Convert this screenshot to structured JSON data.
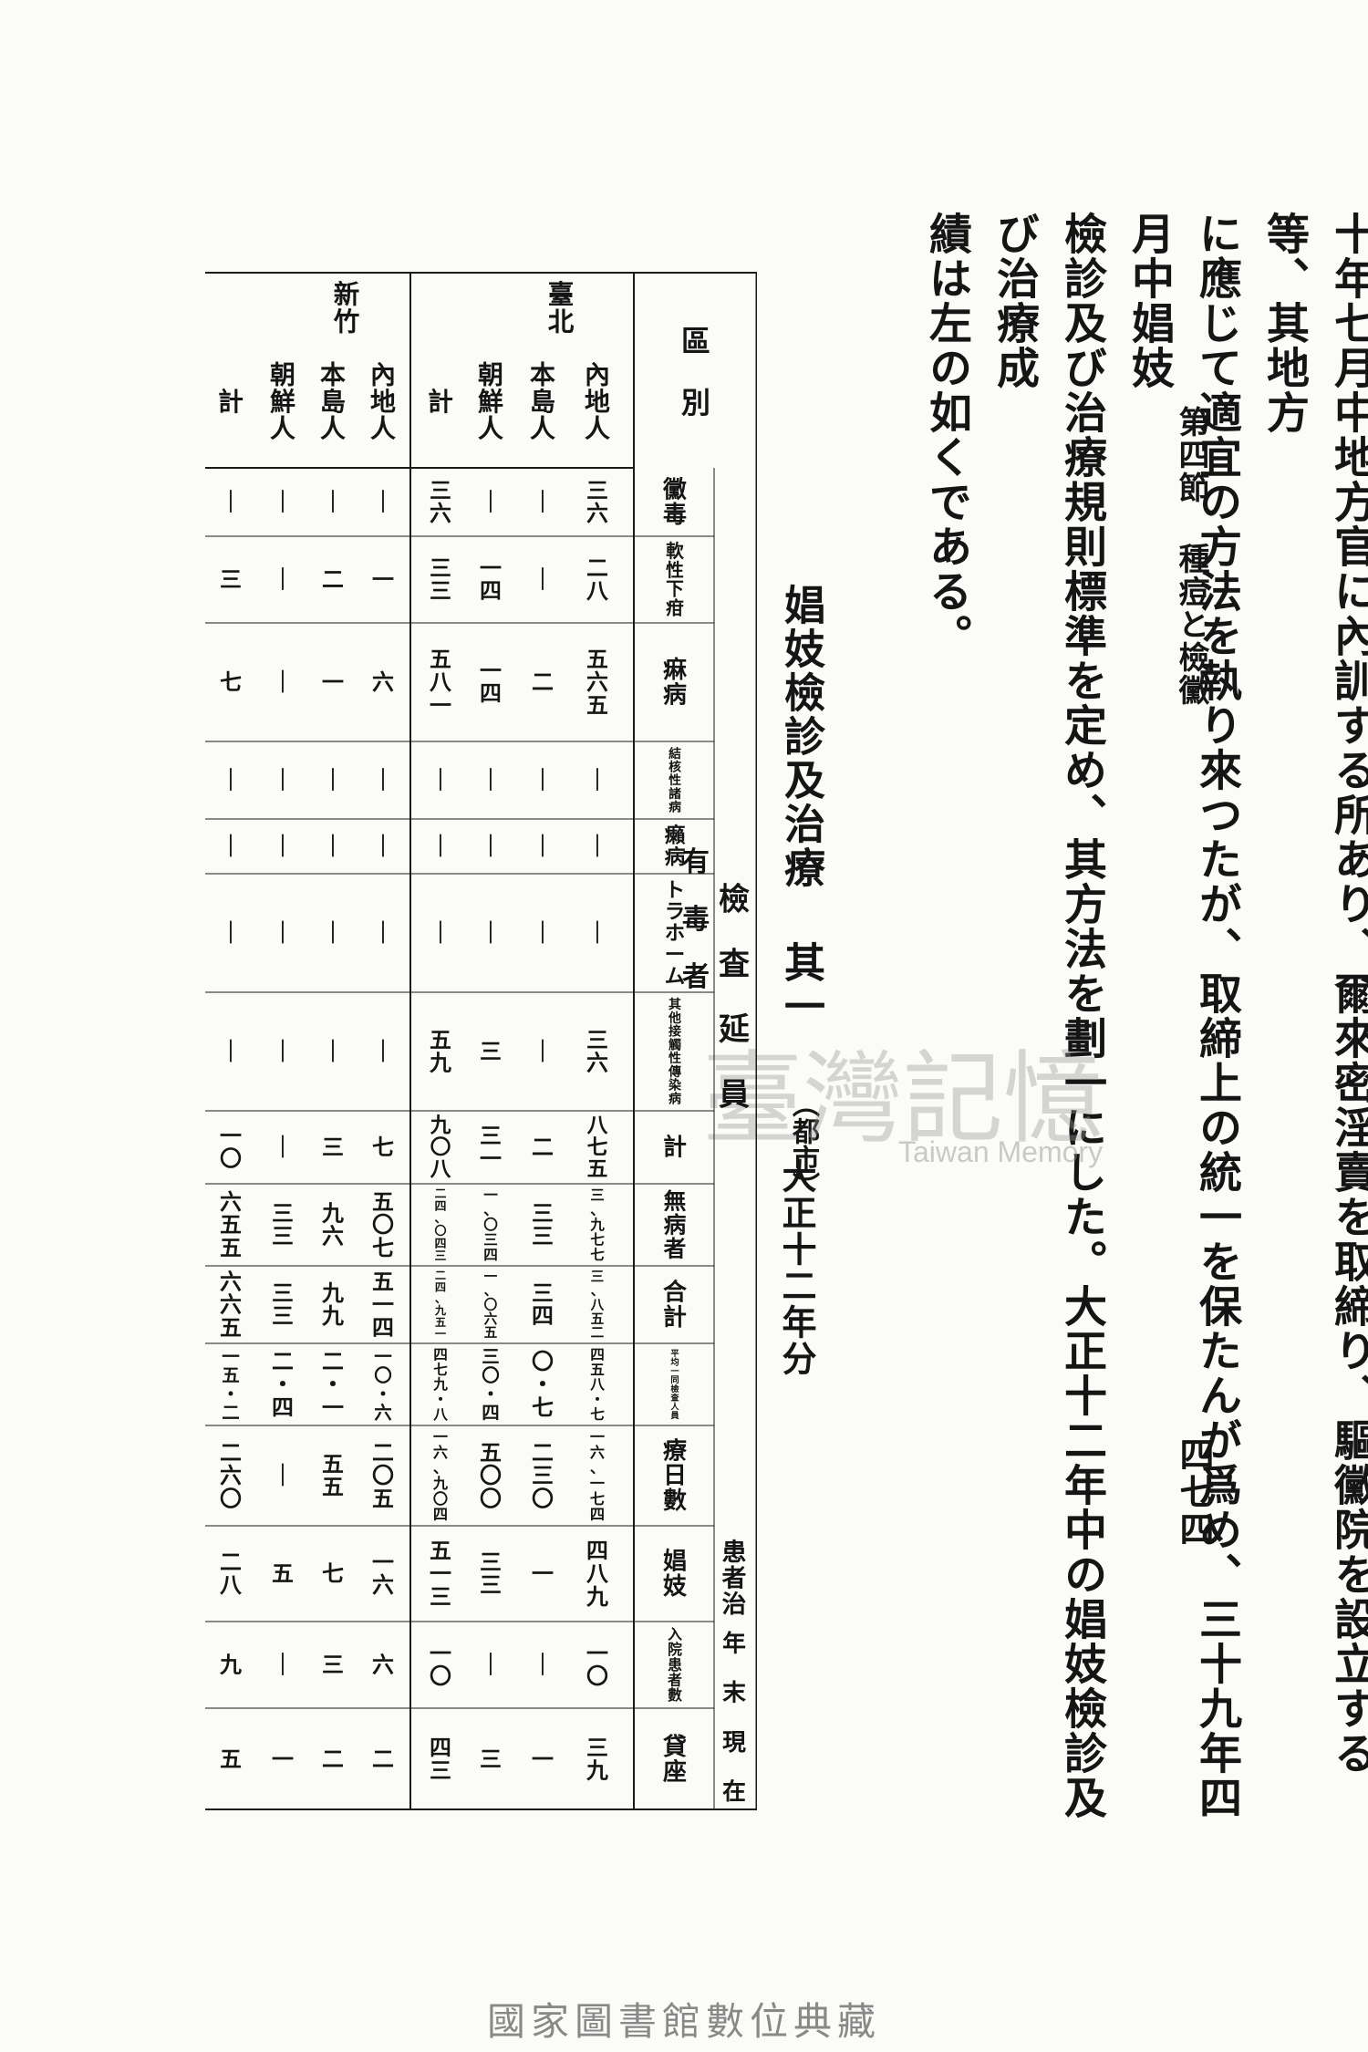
{
  "page": {
    "section_header": "第四節 種痘と檢黴",
    "page_number": "四七四",
    "footer": "國家圖書館數位典藏",
    "watermark": "臺灣記憶",
    "watermark_en": "Taiwan Memory"
  },
  "body_text": [
    "十年七月中地方官に內訓する所あり、爾來密淫賣を取締り、驅黴院を設立する等、其地方",
    "に應じて適宜の方法を執り來つたが、取締上の統一を保たんが爲め、三十九年四月中娼妓",
    "檢診及び治療規則標準を定め、其方法を劃一にした。大正十二年中の娼妓檢診及び治療成",
    "績は左の如くである。"
  ],
  "table_title": "娼妓檢診及治療 其一",
  "table_subtitle": "（都市）",
  "table_year": "大正十二年分",
  "table": {
    "header_district": "區 別",
    "header_examined": "檢 査 延 員",
    "header_infected": "有 毒 者",
    "header_patient_days": "患者治",
    "header_year_end": "年 末 現 在",
    "columns": [
      "黴毒",
      "軟性下疳",
      "痳病",
      "結核性諸病",
      "癩病",
      "トラホーム",
      "其他接觸性傳染病",
      "計",
      "無病者",
      "合計",
      "平均一同檢査人員",
      "療日數",
      "娼妓",
      "入院患者數",
      "貸座"
    ],
    "rows": [
      {
        "city": "臺北",
        "label": "內地人",
        "cells": [
          "三六",
          "二八",
          "五六五",
          "｜",
          "｜",
          "｜",
          "三六",
          "八七五",
          "三、九七七",
          "三、八五二",
          "四五八・七",
          "一六、一七四",
          "四八九",
          "一〇",
          "三九"
        ]
      },
      {
        "city": "",
        "label": "本島人",
        "cells": [
          "｜",
          "｜",
          "二",
          "｜",
          "｜",
          "｜",
          "｜",
          "二",
          "三三",
          "三四",
          "〇・七",
          "二三〇",
          "一",
          "｜",
          "一"
        ]
      },
      {
        "city": "",
        "label": "朝鮮人",
        "cells": [
          "｜",
          "一四",
          "一四",
          "｜",
          "｜",
          "｜",
          "三",
          "三一",
          "一、〇三四",
          "一、〇六五",
          "三〇・四",
          "五〇〇",
          "三三",
          "｜",
          "三"
        ]
      },
      {
        "city": "",
        "label": "計",
        "cells": [
          "三六",
          "三三",
          "五八一",
          "｜",
          "｜",
          "｜",
          "五九",
          "九〇八",
          "二四、〇四三",
          "二四、九五一",
          "四七九・八",
          "一六、九〇四",
          "五一三",
          "一〇",
          "四三"
        ]
      },
      {
        "city": "新竹",
        "label": "內地人",
        "cells": [
          "｜",
          "一",
          "六",
          "｜",
          "｜",
          "｜",
          "｜",
          "七",
          "五〇七",
          "五一四",
          "一〇・六",
          "二〇五",
          "一六",
          "六",
          "二"
        ]
      },
      {
        "city": "",
        "label": "本島人",
        "cells": [
          "｜",
          "二",
          "一",
          "｜",
          "｜",
          "｜",
          "｜",
          "三",
          "九六",
          "九九",
          "二・一",
          "五五",
          "七",
          "三",
          "二"
        ]
      },
      {
        "city": "",
        "label": "朝鮮人",
        "cells": [
          "｜",
          "｜",
          "｜",
          "｜",
          "｜",
          "｜",
          "｜",
          "｜",
          "三三",
          "三三",
          "二・四",
          "｜",
          "五",
          "｜",
          "一"
        ]
      },
      {
        "city": "",
        "label": "計",
        "cells": [
          "｜",
          "三",
          "七",
          "｜",
          "｜",
          "｜",
          "｜",
          "一〇",
          "六五五",
          "六六五",
          "一五・二",
          "二六〇",
          "二八",
          "九",
          "五"
        ]
      }
    ]
  }
}
